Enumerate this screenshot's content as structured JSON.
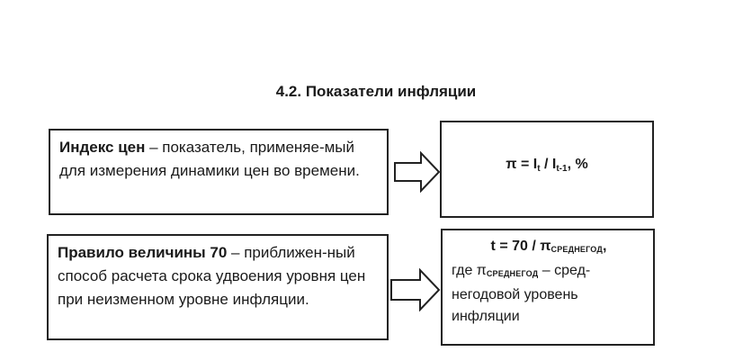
{
  "title": "4.2. Показатели инфляции",
  "rows": [
    {
      "definition_term": "Индекс цен",
      "definition_text": " – показатель, применяе-мый для измерения динамики цен во времени.",
      "formula": {
        "pi": "π = I",
        "sub1": "t",
        "slash": " / I",
        "sub2": "t-1",
        "tail": ", %"
      }
    },
    {
      "definition_term": "Правило величины 70",
      "definition_text": " – приближен-ный способ расчета срока удвоения уровня цен при неизменном уровне инфляции.",
      "formula": {
        "line1_a": "t = 70 / π",
        "line1_sub": "СРЕДНЕГОД",
        "line1_tail": ",",
        "line2_a": "где π",
        "line2_sub": "СРЕДНЕГОД",
        "line2_tail": " – сред-негодовой уровень инфляции"
      }
    }
  ],
  "colors": {
    "border": "#222222",
    "text": "#1a1a1a",
    "background": "#ffffff"
  }
}
